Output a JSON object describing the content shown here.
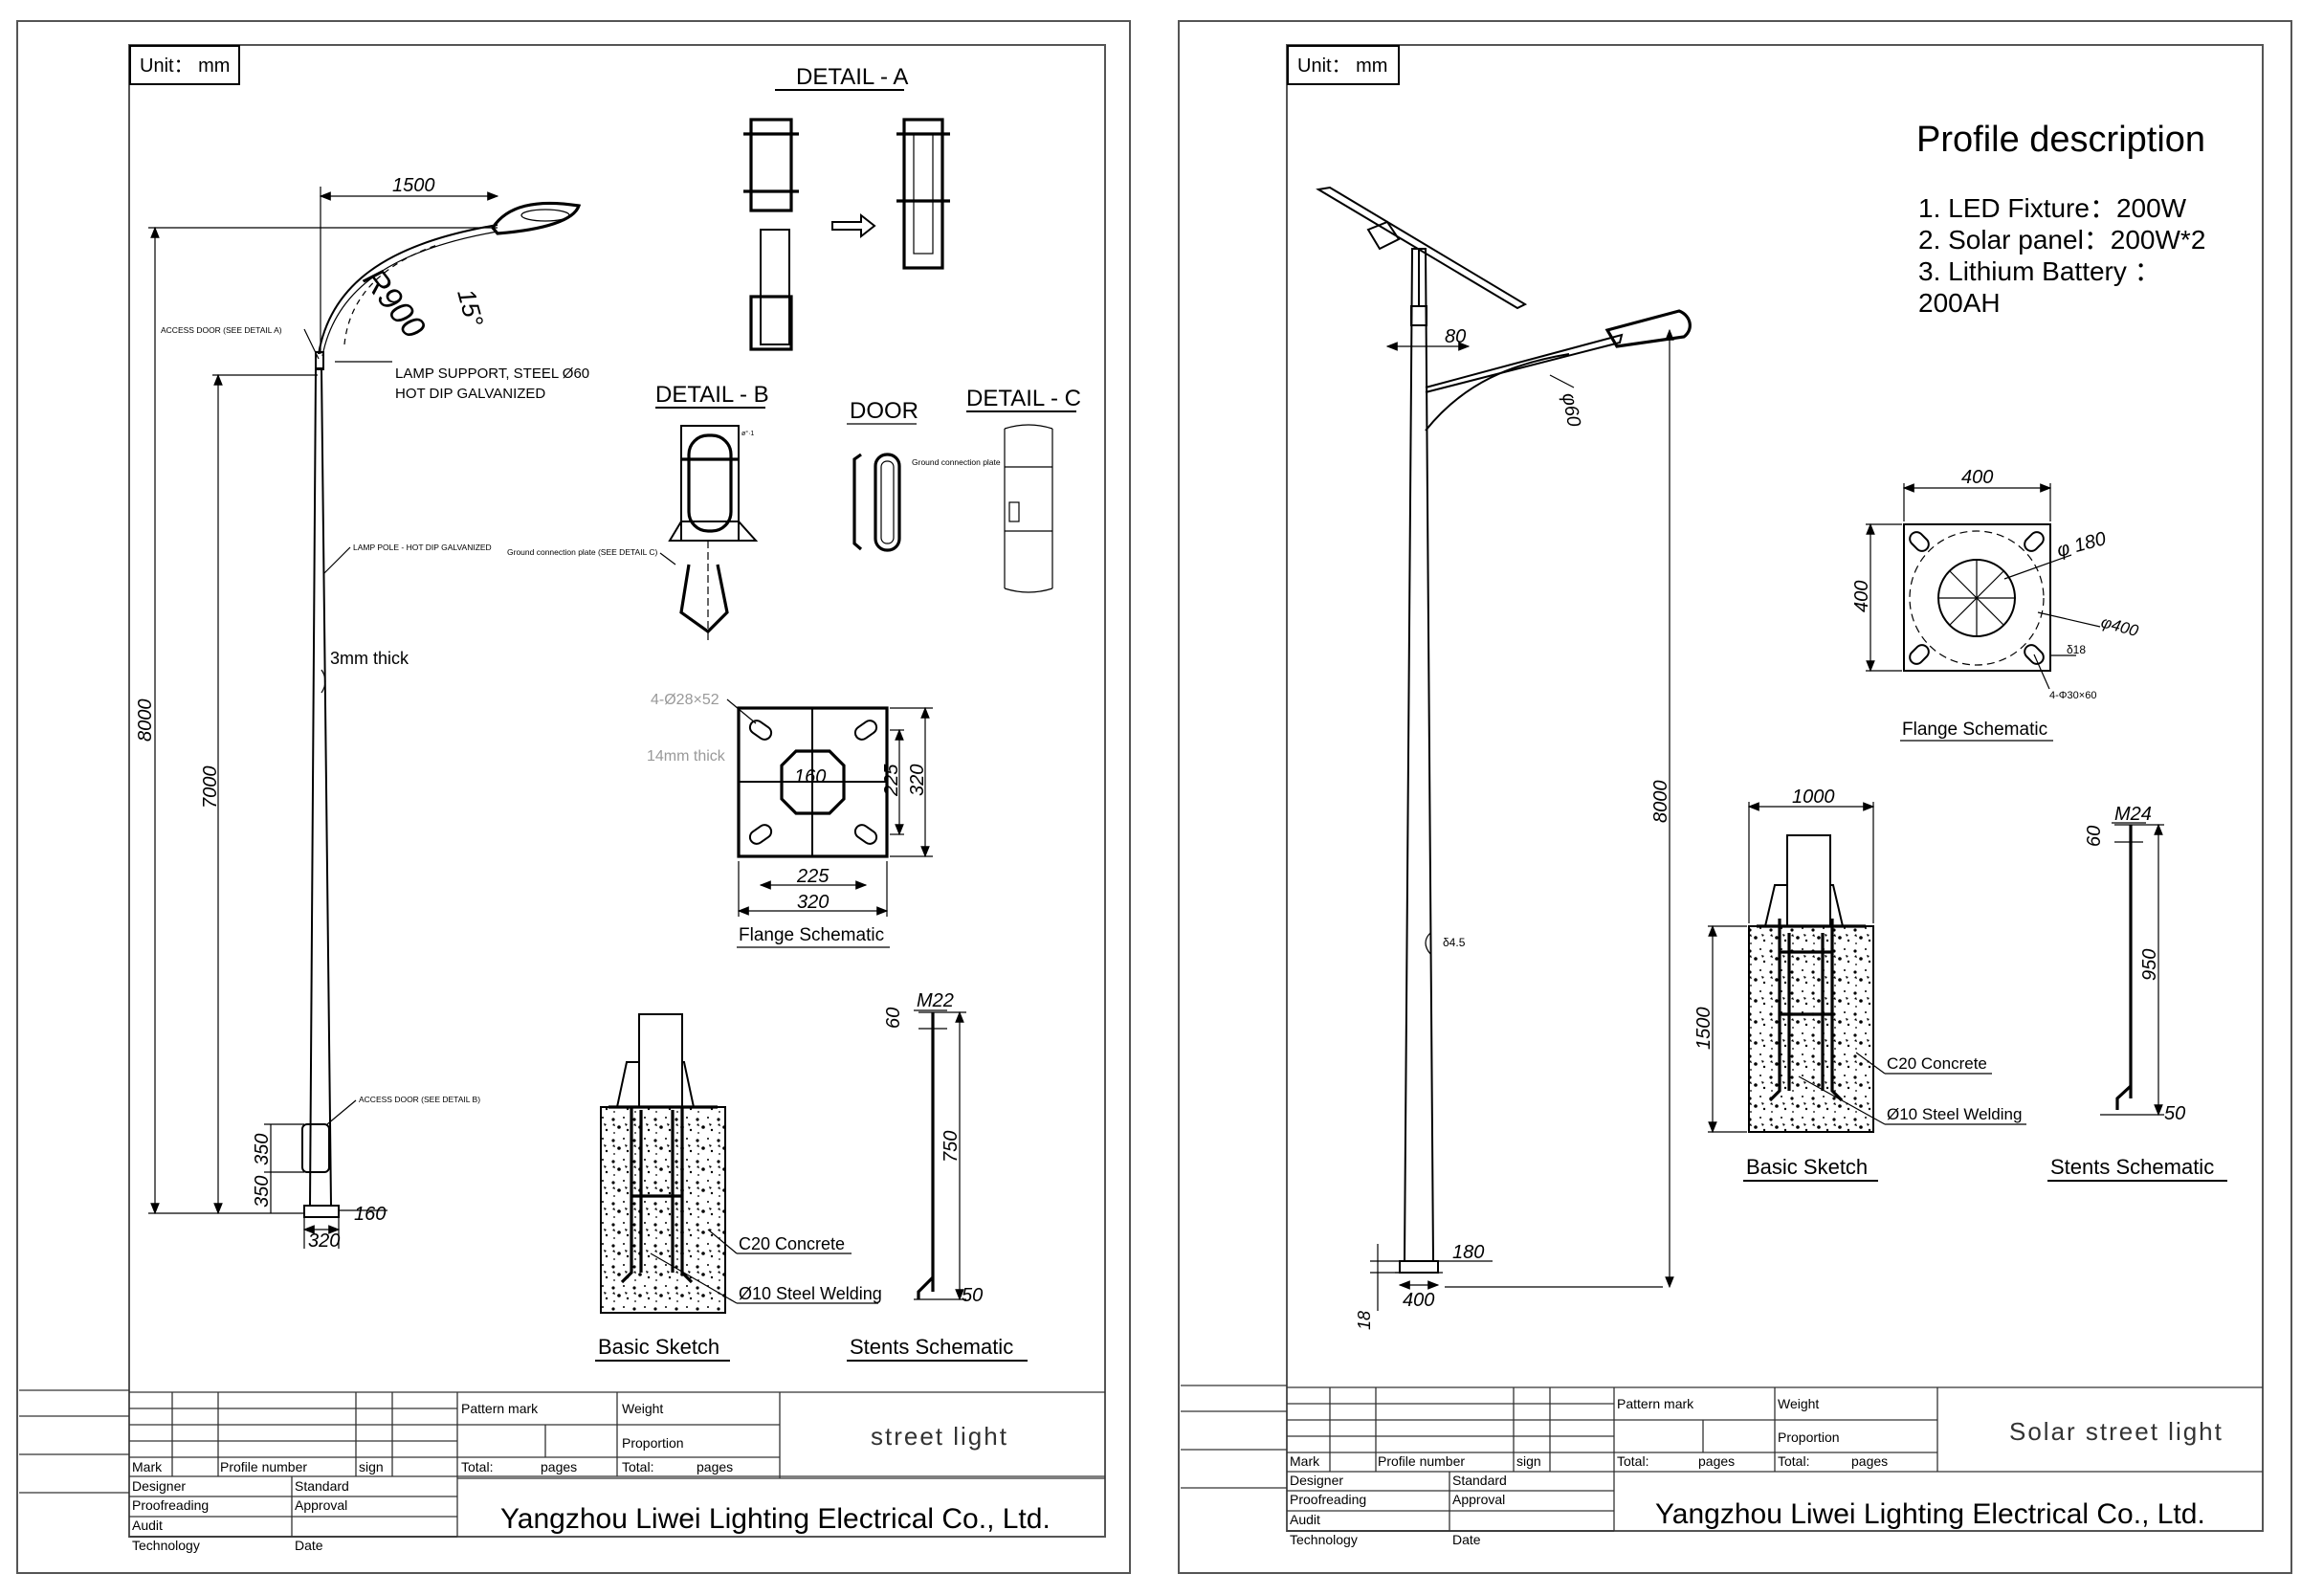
{
  "left_sheet": {
    "unit": "Unit： mm",
    "detail_a": "DETAIL - A",
    "detail_b": "DETAIL - B",
    "detail_c": "DETAIL - C",
    "door": "DOOR",
    "access_door_a": "ACCESS DOOR (SEE DETAIL A)",
    "lamp_support_1": "LAMP SUPPORT, STEEL Ø60",
    "lamp_support_2": "HOT DIP GALVANIZED",
    "lamp_pole": "LAMP POLE - HOT DIP GALVANIZED",
    "ground_plate": "Ground connection plate (SEE DETAIL C)",
    "ground_plate_c": "Ground connection plate",
    "access_door_b": "ACCESS DOOR (SEE DETAIL B)",
    "thickness": "3mm  thick",
    "phi_small": "ø°·1",
    "dims": {
      "arm": "1500",
      "radius": "R900",
      "angle": "15°",
      "total_h": "8000",
      "pole_h": "7000",
      "door_a": "350",
      "door_b": "350",
      "base_w": "160",
      "base_plate": "320"
    },
    "flange": {
      "title": "Flange Schematic",
      "holes": "4-Ø28×52",
      "thick": "14mm  thick",
      "center": "160",
      "d225h": "225",
      "d320h": "320",
      "d225w": "225",
      "d320w": "320"
    },
    "basic_sketch": "Basic Sketch",
    "concrete": "C20 Concrete",
    "welding": "Ø10 Steel Welding",
    "stents": {
      "title": "Stents Schematic",
      "bolt": "M22",
      "d60": "60",
      "d750": "750",
      "d50": "50"
    },
    "title_block": {
      "pattern_mark": "Pattern mark",
      "weight": "Weight",
      "proportion": "Proportion",
      "total": "Total:",
      "pages": "pages",
      "mark": "Mark",
      "profile_number": "Profile number",
      "sign": "sign",
      "designer": "Designer",
      "standard": "Standard",
      "proofreading": "Proofreading",
      "approval": "Approval",
      "audit": "Audit",
      "technology": "Technology",
      "date": "Date",
      "product": "street  light",
      "company": "Yangzhou Liwei Lighting Electrical Co., Ltd."
    }
  },
  "right_sheet": {
    "unit": "Unit： mm",
    "profile_title": "Profile description",
    "profile_1": "1. LED Fixture：200W",
    "profile_2": "2. Solar panel：200W*2",
    "profile_3": "3. Lithium Battery ：",
    "profile_4": "200AH",
    "dims": {
      "arm": "80",
      "phi60": "φ60",
      "total_h": "8000",
      "thick": "δ4.5",
      "base": "180",
      "plate": "400",
      "t18": "18"
    },
    "flange": {
      "title": "Flange Schematic",
      "w": "400",
      "h": "400",
      "phi180": "φ 180",
      "phi400": "φ400",
      "delta18": "δ18",
      "holes": "4-Φ30×60"
    },
    "basic": {
      "title": "Basic Sketch",
      "w": "1000",
      "h": "1500",
      "concrete": "C20 Concrete",
      "welding": "Ø10 Steel Welding"
    },
    "stents": {
      "title": "Stents Schematic",
      "bolt": "M24",
      "d60": "60",
      "d950": "950",
      "d50": "50"
    },
    "title_block": {
      "pattern_mark": "Pattern mark",
      "weight": "Weight",
      "proportion": "Proportion",
      "total": "Total:",
      "pages": "pages",
      "mark": "Mark",
      "profile_number": "Profile number",
      "sign": "sign",
      "designer": "Designer",
      "standard": "Standard",
      "proofreading": "Proofreading",
      "approval": "Approval",
      "audit": "Audit",
      "technology": "Technology",
      "date": "Date",
      "product": "Solar  street  light",
      "company": "Yangzhou Liwei Lighting Electrical Co., Ltd."
    }
  }
}
